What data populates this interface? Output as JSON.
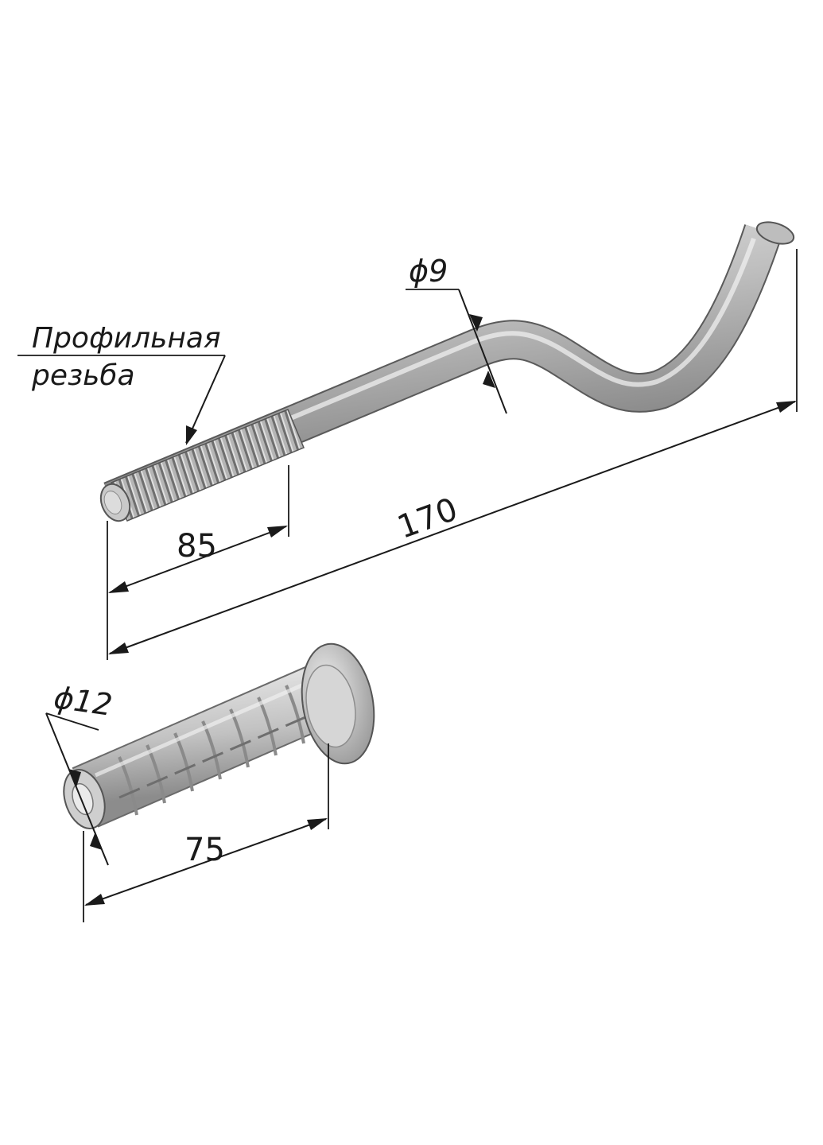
{
  "note": {
    "line1": "Профильная",
    "line2": "резьба"
  },
  "dimensions": {
    "bolt_diameter": "ϕ9",
    "thread_length": "85",
    "bolt_length": "170",
    "dowel_diameter": "ϕ12",
    "dowel_length": "75"
  },
  "colors": {
    "metal_light": "#d9d9d9",
    "metal_mid": "#a8a8a8",
    "metal_dark": "#6e6e6e",
    "line": "#1a1a1a"
  }
}
